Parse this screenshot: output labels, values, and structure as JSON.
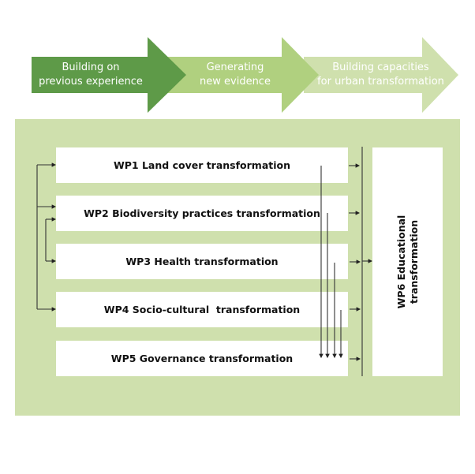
{
  "process_arrows": [
    {
      "line1": "Building on",
      "line2": "previous experience",
      "color": "#5e9a48"
    },
    {
      "line1": "Generating",
      "line2": "new evidence",
      "color": "#b0d07f"
    },
    {
      "line1": "Building capacities",
      "line2": "for urban transformation",
      "color": "#cfe0ad"
    }
  ],
  "panel_color": "#cfe0ad",
  "work_packages": [
    {
      "id": "WP1",
      "label": "WP1 Land cover transformation"
    },
    {
      "id": "WP2",
      "label": "WP2 Biodiversity practices transformation"
    },
    {
      "id": "WP3",
      "label": "WP3 Health transformation"
    },
    {
      "id": "WP4",
      "label": "WP4 Socio-cultural  transformation"
    },
    {
      "id": "WP5",
      "label": "WP5 Governance transformation"
    }
  ],
  "wp6": {
    "line1": "WP6 Educational",
    "line2": "transformation"
  }
}
